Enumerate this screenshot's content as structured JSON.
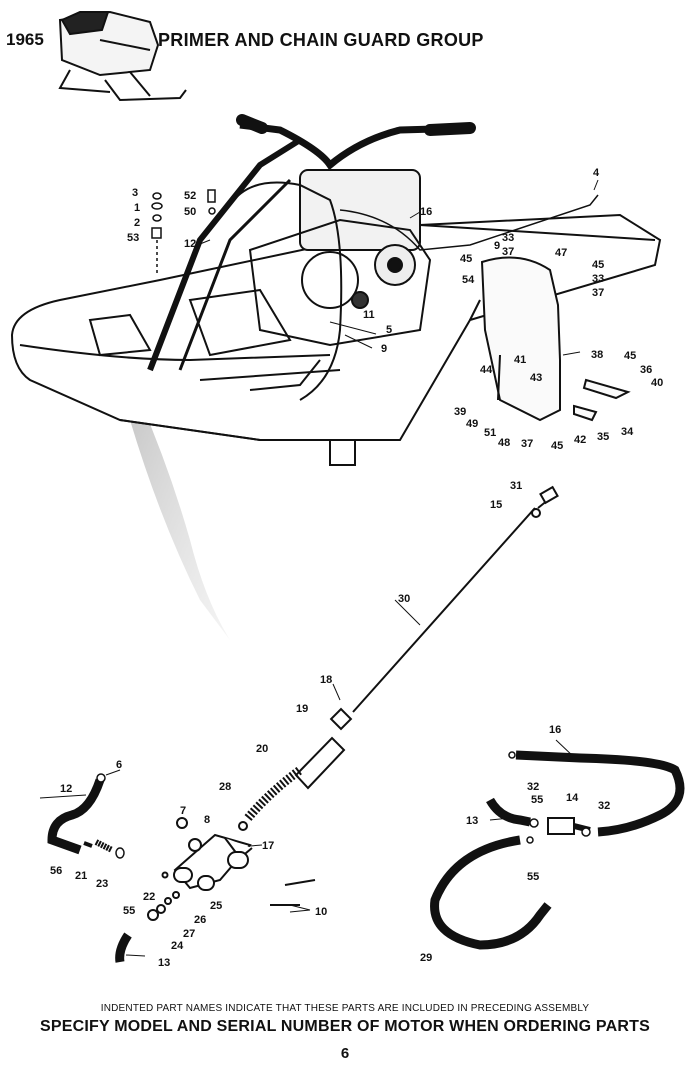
{
  "header": {
    "year": "1965",
    "title": "PRIMER AND CHAIN GUARD GROUP"
  },
  "callouts": [
    "1",
    "2",
    "3",
    "4",
    "5",
    "6",
    "7",
    "8",
    "9",
    "9",
    "9",
    "10",
    "11",
    "12",
    "12",
    "13",
    "13",
    "14",
    "15",
    "16",
    "16",
    "17",
    "18",
    "19",
    "20",
    "21",
    "22",
    "23",
    "24",
    "25",
    "26",
    "27",
    "28",
    "29",
    "30",
    "31",
    "32",
    "32",
    "33",
    "33",
    "34",
    "35",
    "36",
    "37",
    "37",
    "37",
    "38",
    "39",
    "40",
    "41",
    "42",
    "43",
    "44",
    "45",
    "45",
    "45",
    "45",
    "47",
    "48",
    "49",
    "50",
    "51",
    "52",
    "53",
    "54",
    "55",
    "55",
    "55",
    "56"
  ],
  "footer": {
    "note": "INDENTED PART NAMES INDICATE THAT THESE PARTS ARE INCLUDED IN PRECEDING ASSEMBLY",
    "instruction": "SPECIFY MODEL AND SERIAL NUMBER OF MOTOR WHEN ORDERING PARTS",
    "page_number": "6"
  }
}
